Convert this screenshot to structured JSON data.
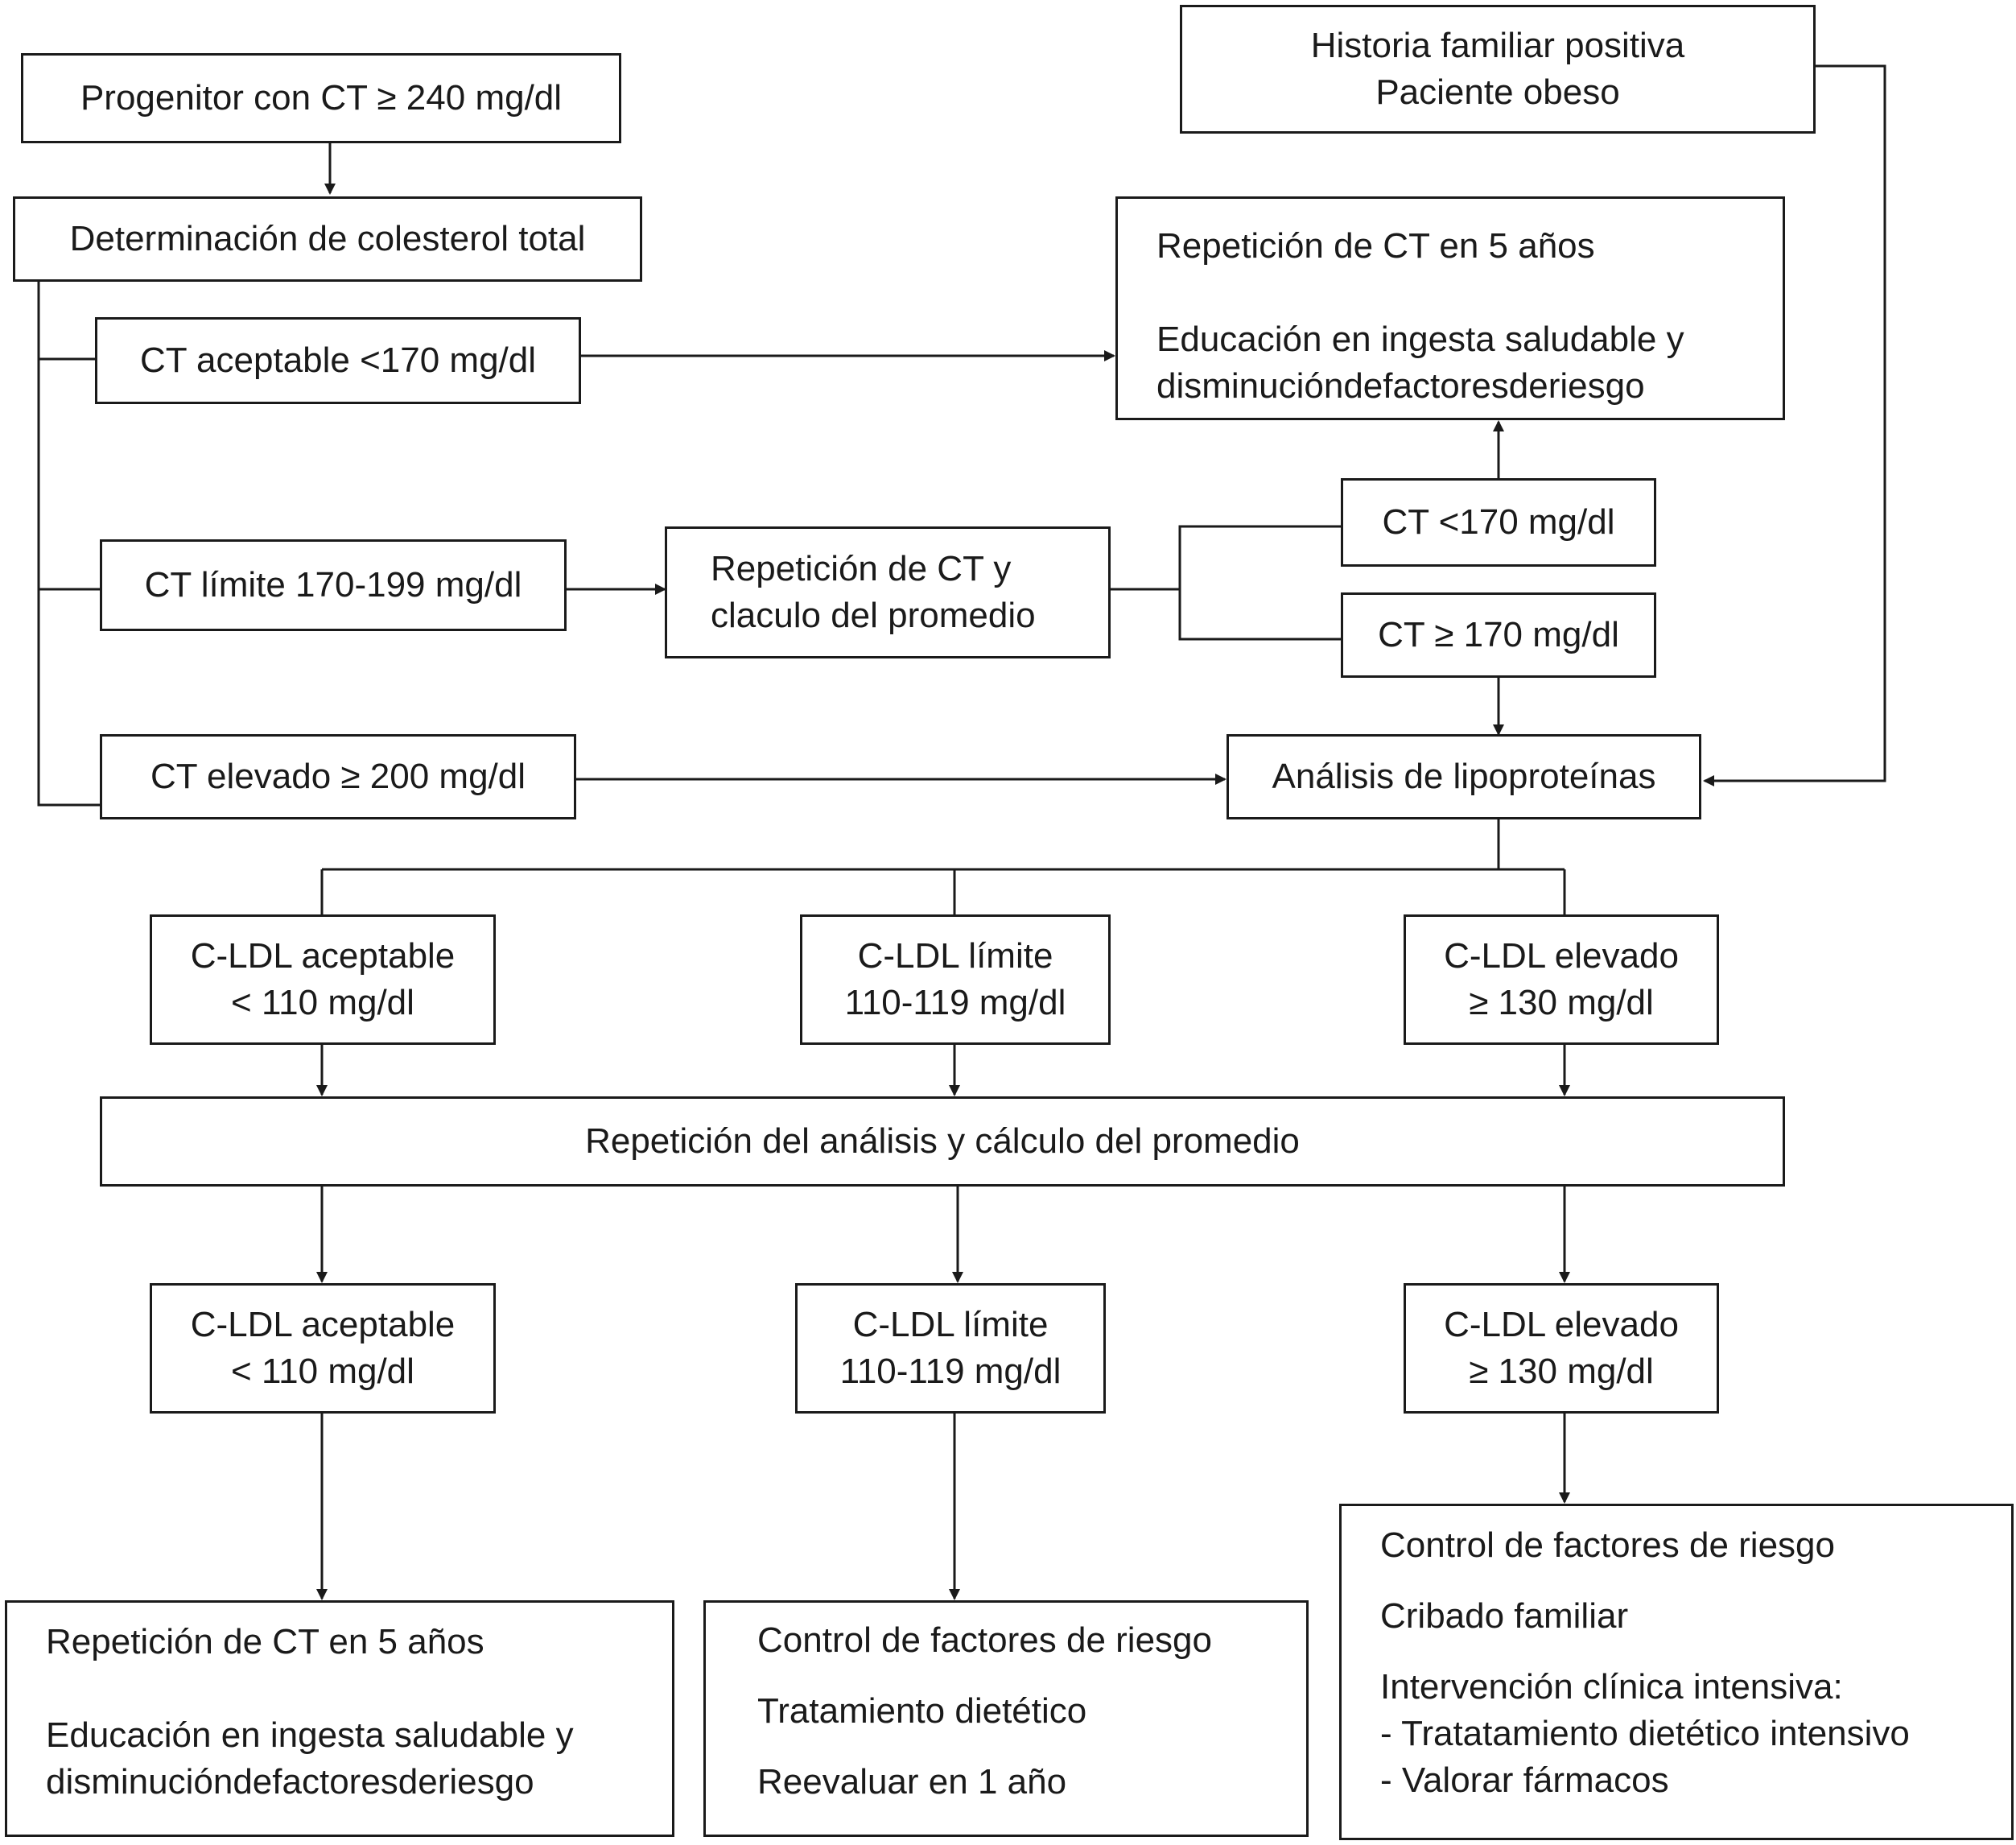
{
  "nodes": {
    "progenitor": "Progenitor con  CT ≥ 240 mg/dl",
    "historia_1": "Historia familiar positiva",
    "historia_2": "Paciente obeso",
    "determinacion": "Determinación de colesterol total",
    "repeticion_ct_5": "Repetición de CT en 5 años",
    "educacion_1": "Educación en ingesta saludable y",
    "educacion_2": "disminucióndefactoresderiesgo",
    "ct_aceptable": "CT aceptable <170 mg/dl",
    "ct_limite": "CT límite 170-199 mg/dl",
    "repeticion_promedio_1": "Repetición de CT y",
    "repeticion_promedio_2": "claculo del promedio",
    "ct_lt170": "CT <170 mg/dl",
    "ct_ge170": "CT ≥ 170 mg/dl",
    "ct_elevado": "CT elevado ≥ 200 mg/dl",
    "analisis_lipoproteinas": "Análisis de lipoproteínas",
    "cldl_aceptable_1": "C-LDL aceptable",
    "cldl_aceptable_2": "< 110 mg/dl",
    "cldl_limite_1": "C-LDL límite",
    "cldl_limite_2": "110-119 mg/dl",
    "cldl_elevado_1": "C-LDL elevado",
    "cldl_elevado_2": "≥ 130 mg/dl",
    "repeticion_analisis": "Repetición del análisis y cálculo del promedio",
    "res_a_1": "Repetición de CT en 5 años",
    "res_a_2": "Educación en ingesta saludable y",
    "res_a_3": "disminucióndefactoresderiesgo",
    "res_b_1": "Control de factores de riesgo",
    "res_b_2": "Tratamiento dietético",
    "res_b_3": "Reevaluar en 1 año",
    "res_c_1": "Control de factores de riesgo",
    "res_c_2": "Cribado familiar",
    "res_c_3": "Intervención clínica intensiva:",
    "res_c_4": " - Tratatamiento dietético intensivo",
    "res_c_5": " - Valorar fármacos"
  }
}
